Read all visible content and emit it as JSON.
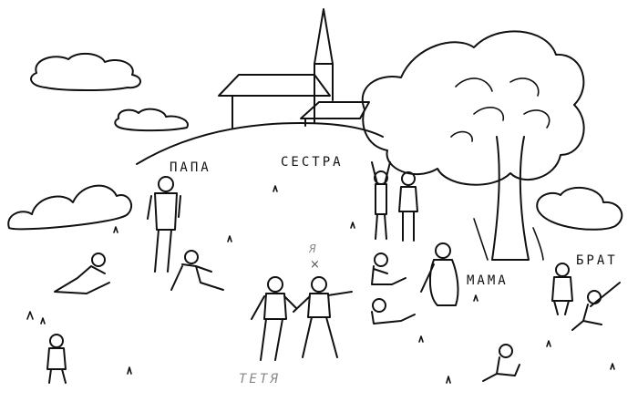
{
  "labels": {
    "papa": "ПАПА",
    "sestra": "СЕСТРА",
    "mama": "МАМА",
    "brat": "БРАТ",
    "tetya": "ТЕТЯ",
    "ya": "Я",
    "me_mark": "×"
  },
  "colors": {
    "ink": "#111111",
    "gray_label": "#888888",
    "background": "#ffffff"
  }
}
